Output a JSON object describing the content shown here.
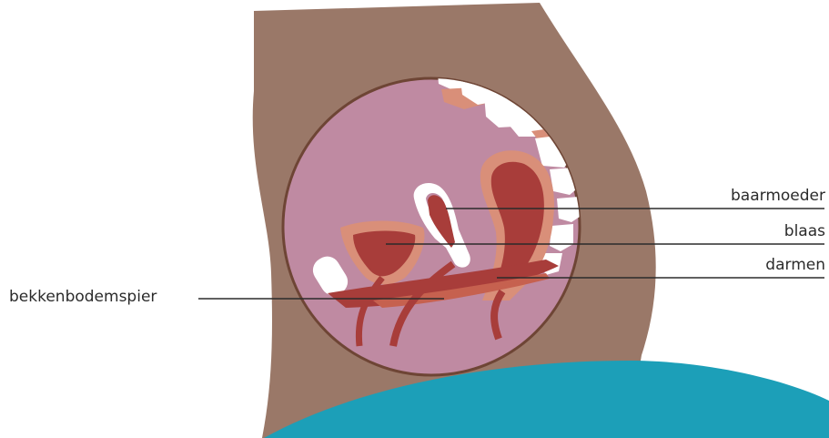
{
  "labels": {
    "uterus": "baarmoeder",
    "bladder": "blaas",
    "intestines": "darmen",
    "pelvic_floor": "bekkenbodemspier"
  },
  "colors": {
    "skin": "#9a7868",
    "cavity": "#bf8aa2",
    "cavity_border": "#6e4535",
    "organ_dark": "#a83d3a",
    "organ_light": "#d98f79",
    "bone": "#ffffff",
    "belly": "#1c9fb8",
    "leader_line": "#2b2b2b"
  }
}
